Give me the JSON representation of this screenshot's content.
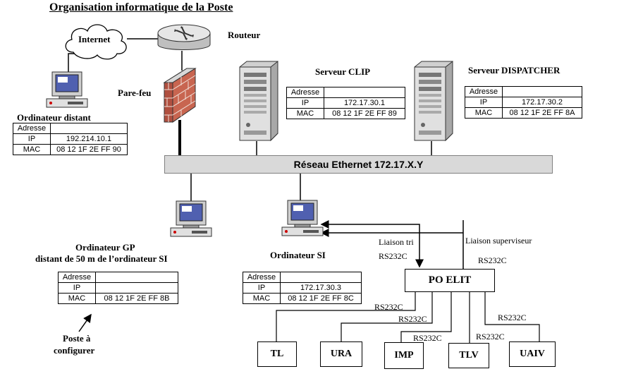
{
  "title": "Organisation informatique de la Poste",
  "internet_label": "Internet",
  "router_label": "Routeur",
  "firewall_label": "Pare-feu",
  "network_label": "Réseau Ethernet 172.17.X.Y",
  "remote_pc": {
    "label": "Ordinateur distant",
    "header": "Adresse",
    "ip_key": "IP",
    "ip": "192.214.10.1",
    "mac_key": "MAC",
    "mac": "08 12 1F 2E FF 90"
  },
  "clip_server": {
    "label": "Serveur CLIP",
    "header": "Adresse",
    "ip_key": "IP",
    "ip": "172.17.30.1",
    "mac_key": "MAC",
    "mac": "08 12 1F 2E FF 89"
  },
  "dispatcher_server": {
    "label": "Serveur DISPATCHER",
    "header": "Adresse",
    "ip_key": "IP",
    "ip": "172.17.30.2",
    "mac_key": "MAC",
    "mac": "08 12 1F 2E FF 8A"
  },
  "gp_pc": {
    "label_line1": "Ordinateur GP",
    "label_line2": "distant de 50 m de l’ordinateur SI",
    "header": "Adresse",
    "ip_key": "IP",
    "ip": "",
    "mac_key": "MAC",
    "mac": "08 12 1F 2E FF 8B",
    "note_line1": "Poste  à",
    "note_line2": "configurer"
  },
  "si_pc": {
    "label": "Ordinateur SI",
    "header": "Adresse",
    "ip_key": "IP",
    "ip": "172.17.30.3",
    "mac_key": "MAC",
    "mac": "08 12 1F 2E FF 8C"
  },
  "links": {
    "tri": "Liaison tri",
    "superviseur": "Liaison superviseur",
    "rs": "RS232C"
  },
  "po_elit": "PO ELIT",
  "terminals": [
    "TL",
    "URA",
    "IMP",
    "TLV",
    "UAIV"
  ]
}
